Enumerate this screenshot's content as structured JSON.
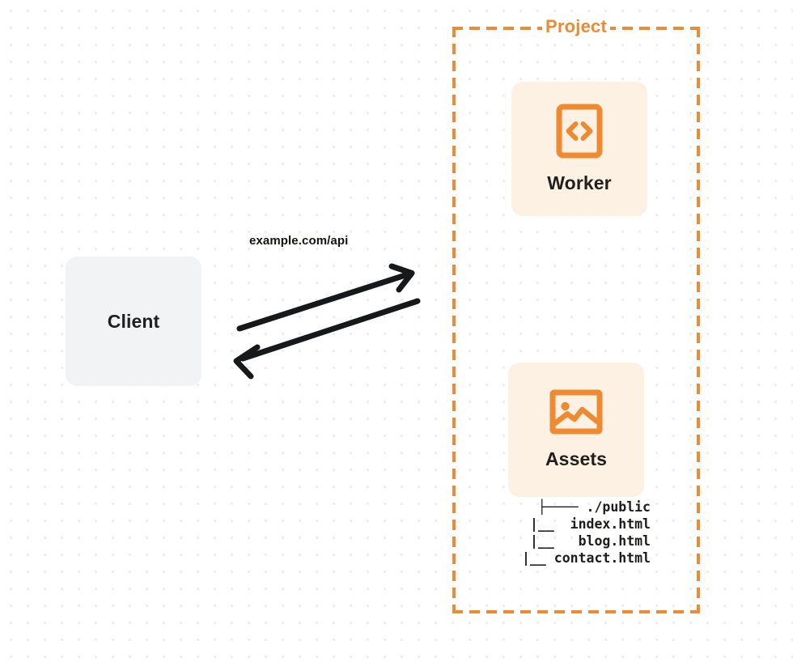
{
  "diagram": {
    "title_label": "Project",
    "accent_color": "#ED8A32",
    "card_orange_bg": "#FDF1E4",
    "card_grey_bg": "#F2F3F5",
    "text_color": "#22201E",
    "arrow_color": "#17181A",
    "background_color": "#ffffff",
    "dot_color": "#ededf0"
  },
  "nodes": {
    "client": {
      "label": "Client",
      "icon": "none"
    },
    "worker": {
      "label": "Worker",
      "icon": "code-icon"
    },
    "assets": {
      "label": "Assets",
      "icon": "image-icon"
    }
  },
  "edges": {
    "request": {
      "label": "example.com/api",
      "direction": "client-to-project"
    },
    "response": {
      "label": "",
      "direction": "project-to-client"
    }
  },
  "file_tree": {
    "lines": [
      "├──── ./public",
      "     |__  index.html",
      "     |__   blog.html",
      "     |__ contact.html"
    ],
    "text": "├──── ./public\n     |__  index.html\n     |__   blog.html\n     |__ contact.html"
  }
}
